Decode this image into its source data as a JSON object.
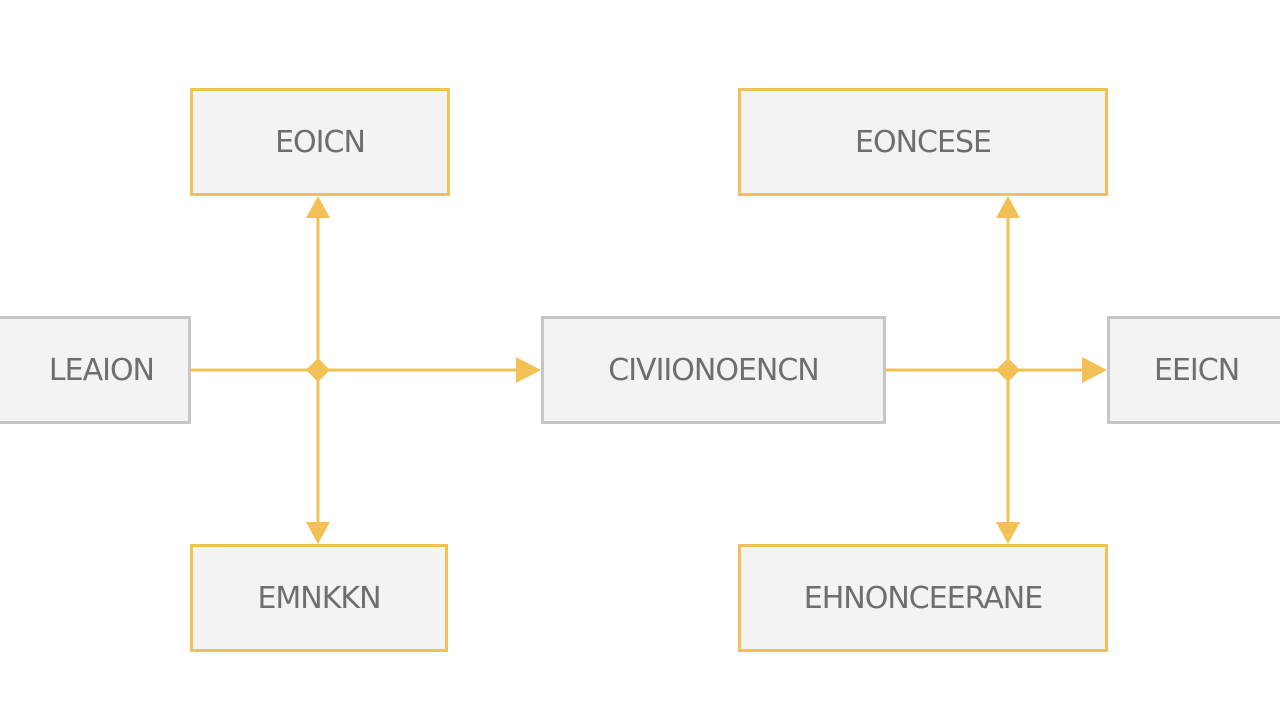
{
  "colors": {
    "accent": "#f2c054",
    "neutral_border": "#c6c6c6",
    "box_fill": "#f3f3f3",
    "text": "#6e6e6e"
  },
  "nodes": {
    "top_left": "EOICN",
    "top_right": "EONCESE",
    "left": "LEAION",
    "center": "CIVIIONOENCN",
    "right": "EEICN",
    "bottom_left": "EMNKKN",
    "bottom_right": "EHNONCEERANE"
  }
}
